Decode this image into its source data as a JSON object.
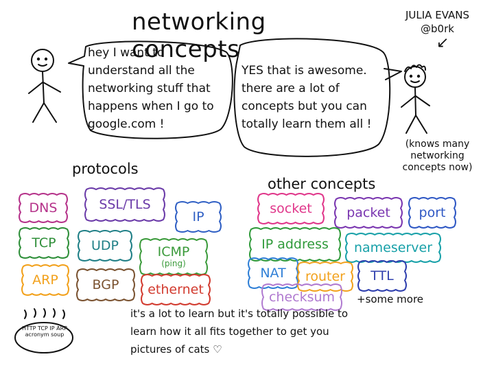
{
  "title": "networking concepts",
  "author": {
    "name": "JULIA EVANS",
    "handle": "@b0rk",
    "arrow": "↙"
  },
  "dialog": {
    "left": "hey I want to understand all the networking stuff that happens when I go to google.com !",
    "right": "YES that is awesome. there are a lot of concepts but you can totally learn them all !",
    "aside": "(knows many networking concepts now)"
  },
  "sections": {
    "protocols": {
      "heading": "protocols",
      "tags": [
        {
          "label": "DNS",
          "color": "#b5338a"
        },
        {
          "label": "SSL/TLS",
          "color": "#6a3aa8"
        },
        {
          "label": "IP",
          "color": "#2f5fc4"
        },
        {
          "label": "TCP",
          "color": "#2f8f3a"
        },
        {
          "label": "UDP",
          "color": "#1f7f86"
        },
        {
          "label": "ICMP",
          "sub": "(ping)",
          "color": "#3a9a3a"
        },
        {
          "label": "ARP",
          "color": "#f2a11c"
        },
        {
          "label": "BGP",
          "color": "#7a5230"
        },
        {
          "label": "ethernet",
          "color": "#d23b2f"
        }
      ]
    },
    "other": {
      "heading": "other concepts",
      "tags": [
        {
          "label": "socket",
          "color": "#e0368a"
        },
        {
          "label": "packet",
          "color": "#7a36b0"
        },
        {
          "label": "port",
          "color": "#2f58c4"
        },
        {
          "label": "IP address",
          "color": "#2f9a3a"
        },
        {
          "label": "nameserver",
          "color": "#17a0a8"
        },
        {
          "label": "NAT",
          "color": "#2f7fd6"
        },
        {
          "label": "router",
          "color": "#f2a11c"
        },
        {
          "label": "TTL",
          "color": "#2f3fae"
        },
        {
          "label": "checksum",
          "color": "#b07ad0"
        }
      ],
      "more": "+some more"
    }
  },
  "footer": "it's a lot to learn but it's totally possible to learn how it all fits together to get you pictures of cats ♡",
  "soup": {
    "words": "HTTP TCP IP ARP",
    "label": "acronym soup"
  }
}
